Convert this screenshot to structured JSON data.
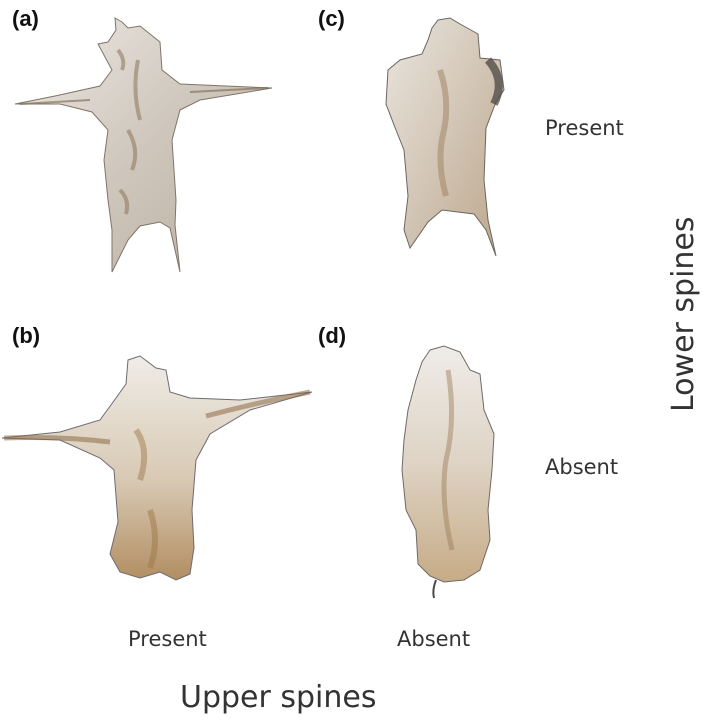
{
  "figure": {
    "panels": [
      {
        "id": "a",
        "label": "(a)",
        "upper_spines": "Present",
        "lower_spines": "Present"
      },
      {
        "id": "b",
        "label": "(b)",
        "upper_spines": "Present",
        "lower_spines": "Absent"
      },
      {
        "id": "c",
        "label": "(c)",
        "upper_spines": "Absent",
        "lower_spines": "Present"
      },
      {
        "id": "d",
        "label": "(d)",
        "upper_spines": "Absent",
        "lower_spines": "Absent"
      }
    ],
    "row_labels": [
      "Present",
      "Absent"
    ],
    "column_labels": [
      "Present",
      "Absent"
    ],
    "x_axis_title": "Upper spines",
    "y_axis_title": "Lower spines",
    "colors": {
      "text": "#333333",
      "specimen_light": "#e6e2dc",
      "specimen_mid": "#c9bfb2",
      "specimen_brown": "#9a7a55",
      "specimen_dark": "#6e5a48",
      "background": "#ffffff"
    }
  }
}
